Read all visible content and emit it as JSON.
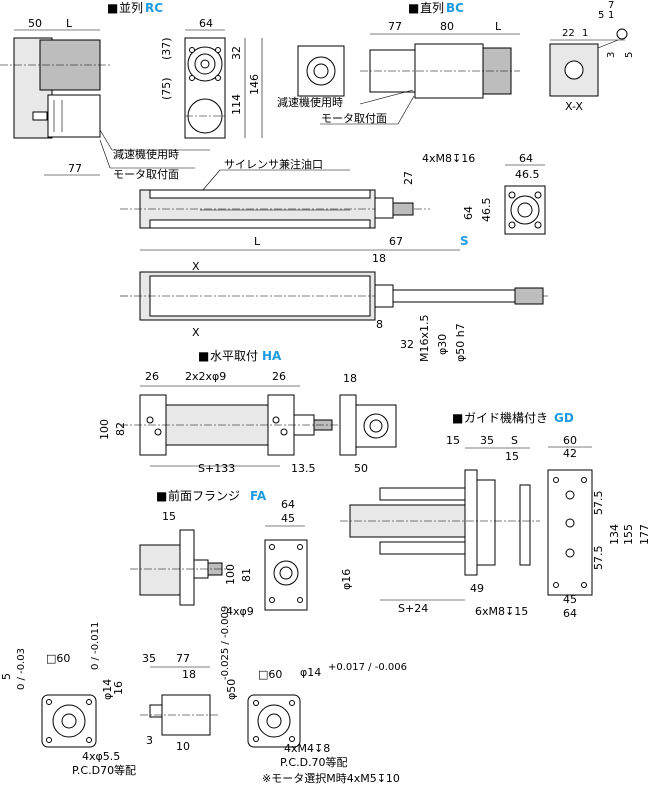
{
  "sections": {
    "rc": {
      "marker": "■",
      "title": "並列",
      "code": "RC"
    },
    "bc": {
      "marker": "■",
      "title": "直列",
      "code": "BC"
    },
    "xx": {
      "title": "X-X"
    },
    "ha": {
      "marker": "■",
      "title": "水平取付",
      "code": "HA"
    },
    "gd": {
      "marker": "■",
      "title": "ガイド機構付き",
      "code": "GD"
    },
    "fa": {
      "marker": "■",
      "title": "前面フランジ",
      "code": "FA"
    }
  },
  "notes": {
    "reducer": "減速機使用時",
    "motor_face": "モータ取付面",
    "silencer": "サイレンサ兼注油口",
    "motor_m": "※モータ選択M時4xM5↧10"
  },
  "dims": {
    "rc_50": "50",
    "rc_L": "L",
    "rc_77": "77",
    "rc_64": "64",
    "rc_37": "(37)",
    "rc_32": "32",
    "rc_75": "(75)",
    "rc_114": "114",
    "rc_146": "146",
    "bc_77": "77",
    "bc_80": "80",
    "bc_L": "L",
    "xx_7": "7",
    "xx_5": "5",
    "xx_1a": "1",
    "xx_22": "22",
    "xx_1b": "1",
    "xx_3": "3",
    "xx_5b": "5",
    "main_tap": "4xM8↧16",
    "main_64": "64",
    "main_46_5a": "46.5",
    "main_64b": "64",
    "main_46_5b": "46.5",
    "main_27": "27",
    "main_L": "L",
    "main_67": "67",
    "main_S": "S",
    "main_18": "18",
    "main_X1": "X",
    "main_X2": "X",
    "main_8": "8",
    "main_32": "32",
    "main_m16": "M16x1.5",
    "main_30": "φ30",
    "main_50": "φ50 h7",
    "ha_26a": "26",
    "ha_holes": "2x2xφ9",
    "ha_26b": "26",
    "ha_100": "100",
    "ha_82": "82",
    "ha_S133": "S+133",
    "ha_13_5": "13.5",
    "ha_18": "18",
    "ha_50": "50",
    "gd_15a": "15",
    "gd_35": "35",
    "gd_S": "S",
    "gd_15b": "15",
    "gd_60": "60",
    "gd_42": "42",
    "gd_57_5a": "57.5",
    "gd_57_5b": "57.5",
    "gd_134": "134",
    "gd_155": "155",
    "gd_177": "177",
    "gd_16": "φ16",
    "gd_49": "49",
    "gd_S24": "S+24",
    "gd_tap": "6xM8↧15",
    "gd_45": "45",
    "gd_64": "64",
    "fa_15": "15",
    "fa_64": "64",
    "fa_45": "45",
    "fa_100": "100",
    "fa_81": "81",
    "fa_holes": "4xφ9",
    "m1_sq": "□60",
    "m1_5": "5",
    "m1_tol": "0 / -0.03",
    "m1_holes": "4xφ5.5",
    "m1_pcd": "P.C.D70等配",
    "m2_35": "35",
    "m2_77": "77",
    "m2_18": "18",
    "m2_14": "φ14",
    "m2_tol": "0 / -0.011",
    "m2_16": "16",
    "m2_50": "φ50",
    "m2_tol2": "-0.025 / -0.009",
    "m2_3": "3",
    "m2_10": "10",
    "m3_sq": "□60",
    "m3_14": "φ14",
    "m3_tol": "+0.017 / -0.006",
    "m3_tap": "4xM4↧8",
    "m3_pcd": "P.C.D.70等配"
  }
}
